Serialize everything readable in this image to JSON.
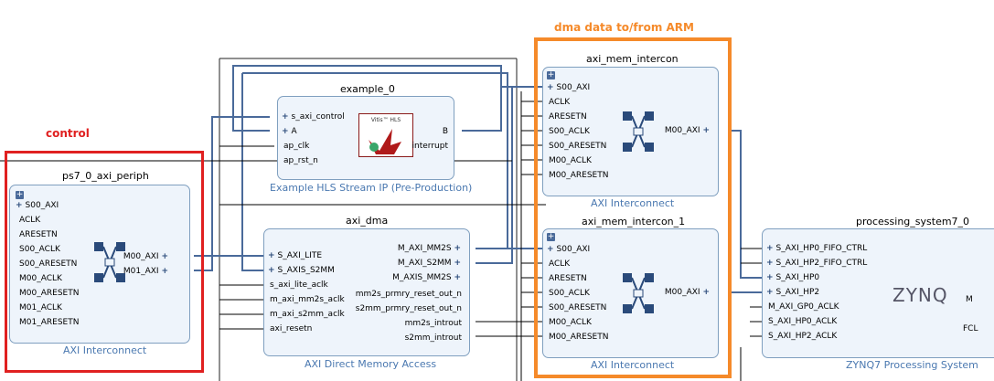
{
  "annotations": {
    "control": "control",
    "dma": "dma data to/from ARM"
  },
  "colors": {
    "wire": "#4a6a9a",
    "block_bg": "#eef4fb",
    "red": "#e02020",
    "orange": "#f58a2a"
  },
  "blocks": {
    "ps7_0_axi_periph": {
      "title": "ps7_0_axi_periph",
      "subtitle": "AXI Interconnect",
      "left_ports": [
        "S00_AXI",
        "ACLK",
        "ARESETN",
        "S00_ACLK",
        "S00_ARESETN",
        "M00_ACLK",
        "M00_ARESETN",
        "M01_ACLK",
        "M01_ARESETN"
      ],
      "right_ports": [
        "M00_AXI",
        "M01_AXI"
      ]
    },
    "example_0": {
      "title": "example_0",
      "subtitle": "Example HLS Stream IP (Pre-Production)",
      "left_ports": [
        "s_axi_control",
        "A",
        "ap_clk",
        "ap_rst_n"
      ],
      "right_ports": [
        "B",
        "interrupt"
      ],
      "logo_text": "Vitis™ HLS"
    },
    "axi_dma": {
      "title": "axi_dma",
      "subtitle": "AXI Direct Memory Access",
      "left_ports": [
        "S_AXI_LITE",
        "S_AXIS_S2MM",
        "s_axi_lite_aclk",
        "m_axi_mm2s_aclk",
        "m_axi_s2mm_aclk",
        "axi_resetn"
      ],
      "right_ports": [
        "M_AXI_MM2S",
        "M_AXI_S2MM",
        "M_AXIS_MM2S",
        "mm2s_prmry_reset_out_n",
        "s2mm_prmry_reset_out_n",
        "mm2s_introut",
        "s2mm_introut"
      ]
    },
    "axi_mem_intercon": {
      "title": "axi_mem_intercon",
      "subtitle": "AXI Interconnect",
      "left_ports": [
        "S00_AXI",
        "ACLK",
        "ARESETN",
        "S00_ACLK",
        "S00_ARESETN",
        "M00_ACLK",
        "M00_ARESETN"
      ],
      "right_ports": [
        "M00_AXI"
      ]
    },
    "axi_mem_intercon_1": {
      "title": "axi_mem_intercon_1",
      "subtitle": "AXI Interconnect",
      "left_ports": [
        "S00_AXI",
        "ACLK",
        "ARESETN",
        "S00_ACLK",
        "S00_ARESETN",
        "M00_ACLK",
        "M00_ARESETN"
      ],
      "right_ports": [
        "M00_AXI"
      ]
    },
    "processing_system7_0": {
      "title": "processing_system7_0",
      "subtitle": "ZYNQ7 Processing System",
      "left_ports": [
        "S_AXI_HP0_FIFO_CTRL",
        "S_AXI_HP2_FIFO_CTRL",
        "S_AXI_HP0",
        "S_AXI_HP2",
        "M_AXI_GP0_ACLK",
        "S_AXI_HP0_ACLK",
        "S_AXI_HP2_ACLK"
      ],
      "logo_text": "ZYNQ",
      "right_partial": [
        "M",
        "FCL"
      ]
    }
  }
}
